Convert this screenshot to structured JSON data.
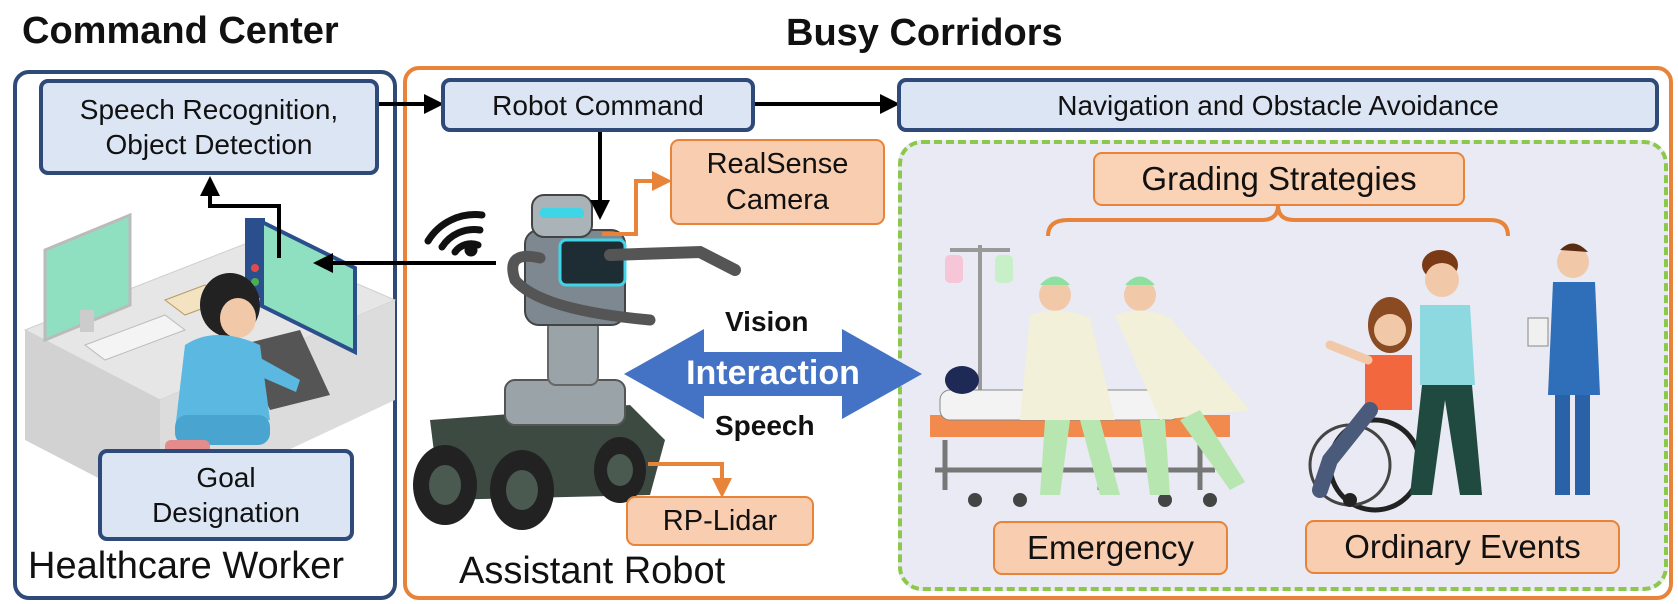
{
  "headings": {
    "command_center": "Command Center",
    "busy_corridors": "Busy Corridors"
  },
  "command_center": {
    "speech_box": [
      "Speech Recognition,",
      "Object Detection"
    ],
    "goal_box": [
      "Goal",
      "Designation"
    ],
    "caption": "Healthcare Worker"
  },
  "robot": {
    "command_box": "Robot Command",
    "camera_box": [
      "RealSense",
      "Camera"
    ],
    "lidar_box": "RP-Lidar",
    "caption": "Assistant Robot"
  },
  "interaction": {
    "vision_label": "Vision",
    "center_label": "Interaction",
    "speech_label": "Speech"
  },
  "corridor": {
    "navigation_box": "Navigation and Obstacle Avoidance",
    "grading_box": "Grading Strategies",
    "emergency_box": "Emergency",
    "ordinary_box": "Ordinary Events"
  },
  "colors": {
    "command_border": "#2f4a78",
    "corridor_border": "#e8843a",
    "scene_border": "#8cc84b",
    "box_blue": "#dbe5f4",
    "box_orange": "#f9cdb0",
    "interaction_arrow": "#4472c4"
  }
}
